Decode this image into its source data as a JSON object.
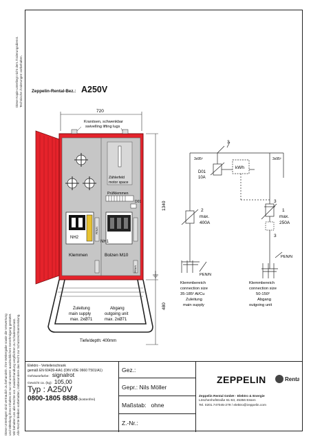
{
  "side_note_top": [
    "Diese Kopie unterliegt nicht dem Änderungsdienst.",
    "Technische Änderungen vorbehalten."
  ],
  "side_note_bottom": [
    "Diese Unterlagen sind vertraulich zu behandeln. Ihre Weitergabe sowie die Verwertung",
    "und Mitteilung ihres Inhaltes ist nur mit unserer ausdrücklichen Genehmigung gestattet.",
    "Wir behalten uns alle Rechte vor. Zuwiderhandlung verpflichten zu Schadensersatz.",
    "Alle Rechte bleiben vorbehalten, insbesondere das Recht zur Schutzrechtsanmeldung."
  ],
  "title": {
    "label": "Zeppelin-Rental-Bez.:",
    "value": "A250V"
  },
  "drawing": {
    "width_dim": "720",
    "height_dim": "1340",
    "lower_dim": "480",
    "top_note": [
      "Kranösen, schwenkbar",
      "swivelling lifting lugs"
    ],
    "meter_label": [
      "Zählerfeld",
      "motor space"
    ],
    "pruef_label": "Prüfklemmen",
    "d01": "D01",
    "nh2": "NH2",
    "nh1": "NH1",
    "pen_left": "PEN/N",
    "pen_right": "PEN/N",
    "klemmen": "Klemmen",
    "bolzen": "Bolzen M10",
    "zuleitung": [
      "Zuleitung",
      "main supply",
      "max. 2xØ71"
    ],
    "abgang": [
      "Abgang",
      "outgoing unit",
      "max. 2xØ71"
    ],
    "depth": "Tiefe/depth: 400mm"
  },
  "schematic": {
    "cable_left": "3x95²",
    "cable_right": "3x95²",
    "d01": [
      "D01",
      "10A"
    ],
    "kwh": "kWh",
    "num_3_top": "3",
    "fuse_left": [
      "2",
      "max.",
      "400A"
    ],
    "fuse_right": [
      "1",
      "max.",
      "250A"
    ],
    "num_3_right_a": "3",
    "num_3_right_b": "3",
    "pen_n_left": "PEN/N",
    "pen_n_right": "PEN/N",
    "klemm_left": [
      "Klemmbereich",
      "connection size",
      "35-185² Al/Cu",
      "Zuleitung",
      "main supply"
    ],
    "klemm_right": [
      "Klemmbereich",
      "connection size",
      "50-150²",
      "Abgang",
      "outgoing unit"
    ]
  },
  "titleblock": {
    "line1": "Elektro - Verteilerschrank",
    "line2": "gemäß EN 60439-4/A1  (DIN VDE 0660 T501/A1)",
    "housing_label": "Gehäusefarbe:",
    "housing_value": "signalrot",
    "weight_label": "Gewicht ca. (kg):",
    "weight_value": "105,00",
    "typ_label": "Typ :",
    "typ_value": "A250V",
    "phone": "0800-1805 8888",
    "phone_note": "(kostenfrei)",
    "gez": "Gez.:",
    "gepr_label": "Gepr.:",
    "gepr_value": "Nils Möller",
    "massstab_label": "Maßstab:",
    "massstab_value": "ohne",
    "znr": "Z.-Nr.:",
    "logo": "ZEPPELIN",
    "rental": "Rental",
    "company": "Zeppelin Rental GmbH - Elektro & Energie",
    "street": "Löschenhofstraße 61-63, 45356 Essen",
    "tel": "Tel. 0201.747045-279 / elektro@zeppelin.com"
  },
  "colors": {
    "cabinet_red": "#e5232b",
    "panel_grey": "#c6c6c6"
  }
}
